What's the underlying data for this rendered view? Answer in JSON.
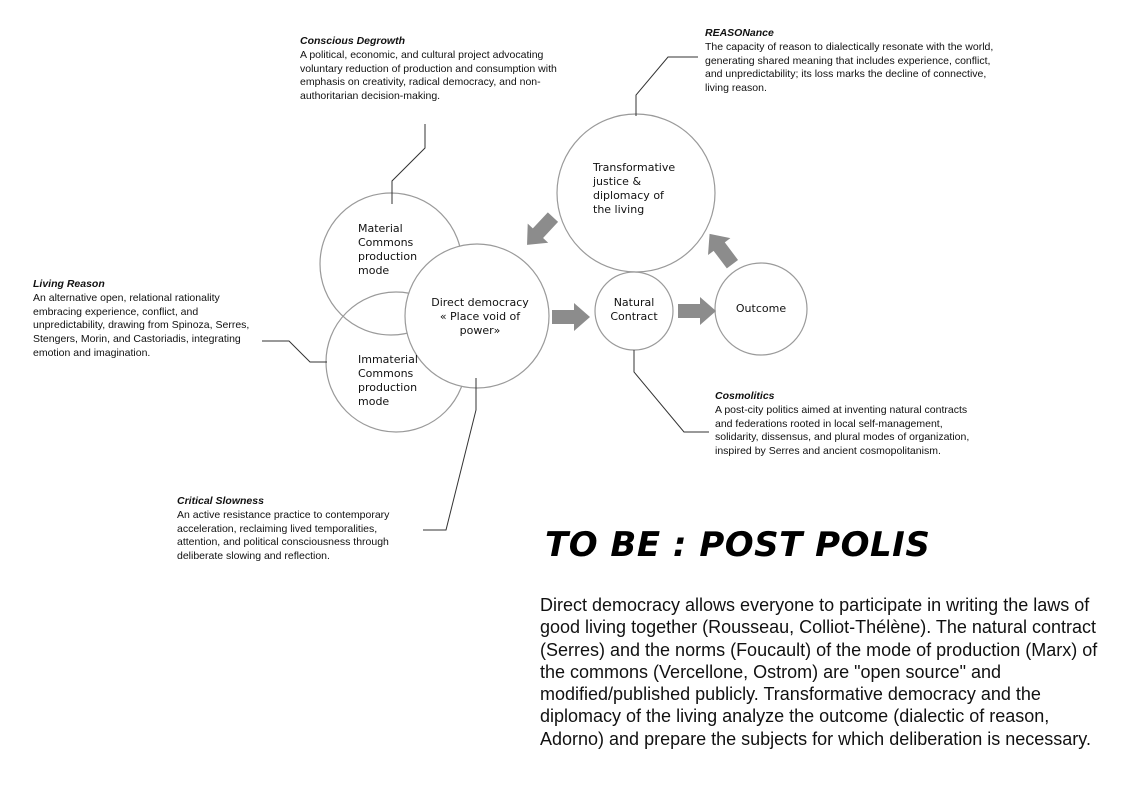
{
  "nodes": {
    "material_commons": "Material\nCommons\nproduction\nmode",
    "immaterial_commons": "Immaterial\nCommons\nproduction\nmode",
    "direct_democracy": "Direct democracy\n« Place void of\npower»",
    "natural_contract": "Natural\nContract",
    "outcome": "Outcome",
    "transformative_justice": "Transformative\njustice &\ndiplomacy of\nthe living"
  },
  "annotations": {
    "conscious_degrowth": {
      "title": "Conscious Degrowth",
      "text": "A political, economic, and cultural project advocating voluntary reduction of production and consumption with emphasis on creativity, radical democracy, and non-authoritarian decision-making."
    },
    "reasonance": {
      "title": "REASONance",
      "text": "The capacity of reason to dialectically resonate with the world, generating shared meaning that includes experience, conflict, and unpredictability; its loss marks the decline of connective, living reason."
    },
    "living_reason": {
      "title": "Living Reason",
      "text": "An alternative open, relational rationality embracing experience, conflict, and unpredictability, drawing from Spinoza, Serres, Stengers, Morin, and Castoriadis, integrating emotion and imagination."
    },
    "cosmolitics": {
      "title": "Cosmolitics",
      "text": "A post-city politics aimed at inventing natural contracts and federations rooted in local self-management, solidarity, dissensus, and plural modes of organization, inspired by Serres and ancient cosmopolitanism."
    },
    "critical_slowness": {
      "title": "Critical Slowness",
      "text": "An active resistance practice to contemporary acceleration, reclaiming lived temporalities, attention, and political consciousness through deliberate slowing and reflection."
    }
  },
  "headline": "TO BE : POST POLIS",
  "summary": "Direct democracy allows everyone to participate in writing the laws of good living together (Rousseau, Colliot-Thélène). The natural contract (Serres) and the norms (Foucault) of the mode of production (Marx) of the commons (Vercellone, Ostrom) are \"open source\" and modified/published publicly. Transformative democracy and the diplomacy of the living analyze the outcome (dialectic of reason, Adorno) and prepare the subjects for which deliberation is necessary.",
  "colors": {
    "circle_stroke": "#9a9a9a",
    "arrow_fill": "#8c8c8c",
    "leader_line": "#333333",
    "text": "#111111"
  }
}
